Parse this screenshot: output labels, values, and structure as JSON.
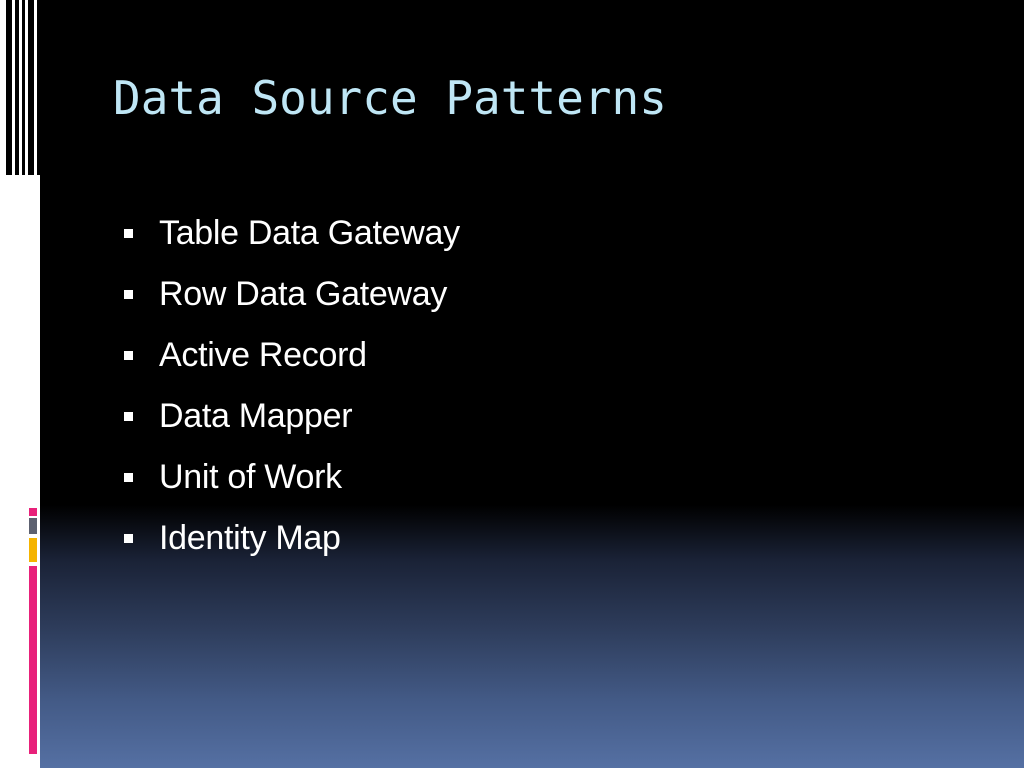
{
  "slide": {
    "title": "Data Source Patterns",
    "bullets": [
      "Table Data Gateway",
      "Row Data Gateway",
      "Active Record",
      "Data Mapper",
      "Unit of Work",
      "Identity Map"
    ]
  },
  "colors": {
    "title": "#bfe6f5",
    "text": "#ffffff",
    "accent_pink": "#e8217a",
    "accent_orange": "#f5b400",
    "accent_gray": "#5d6170",
    "gradient_bottom": "#5570a3"
  }
}
